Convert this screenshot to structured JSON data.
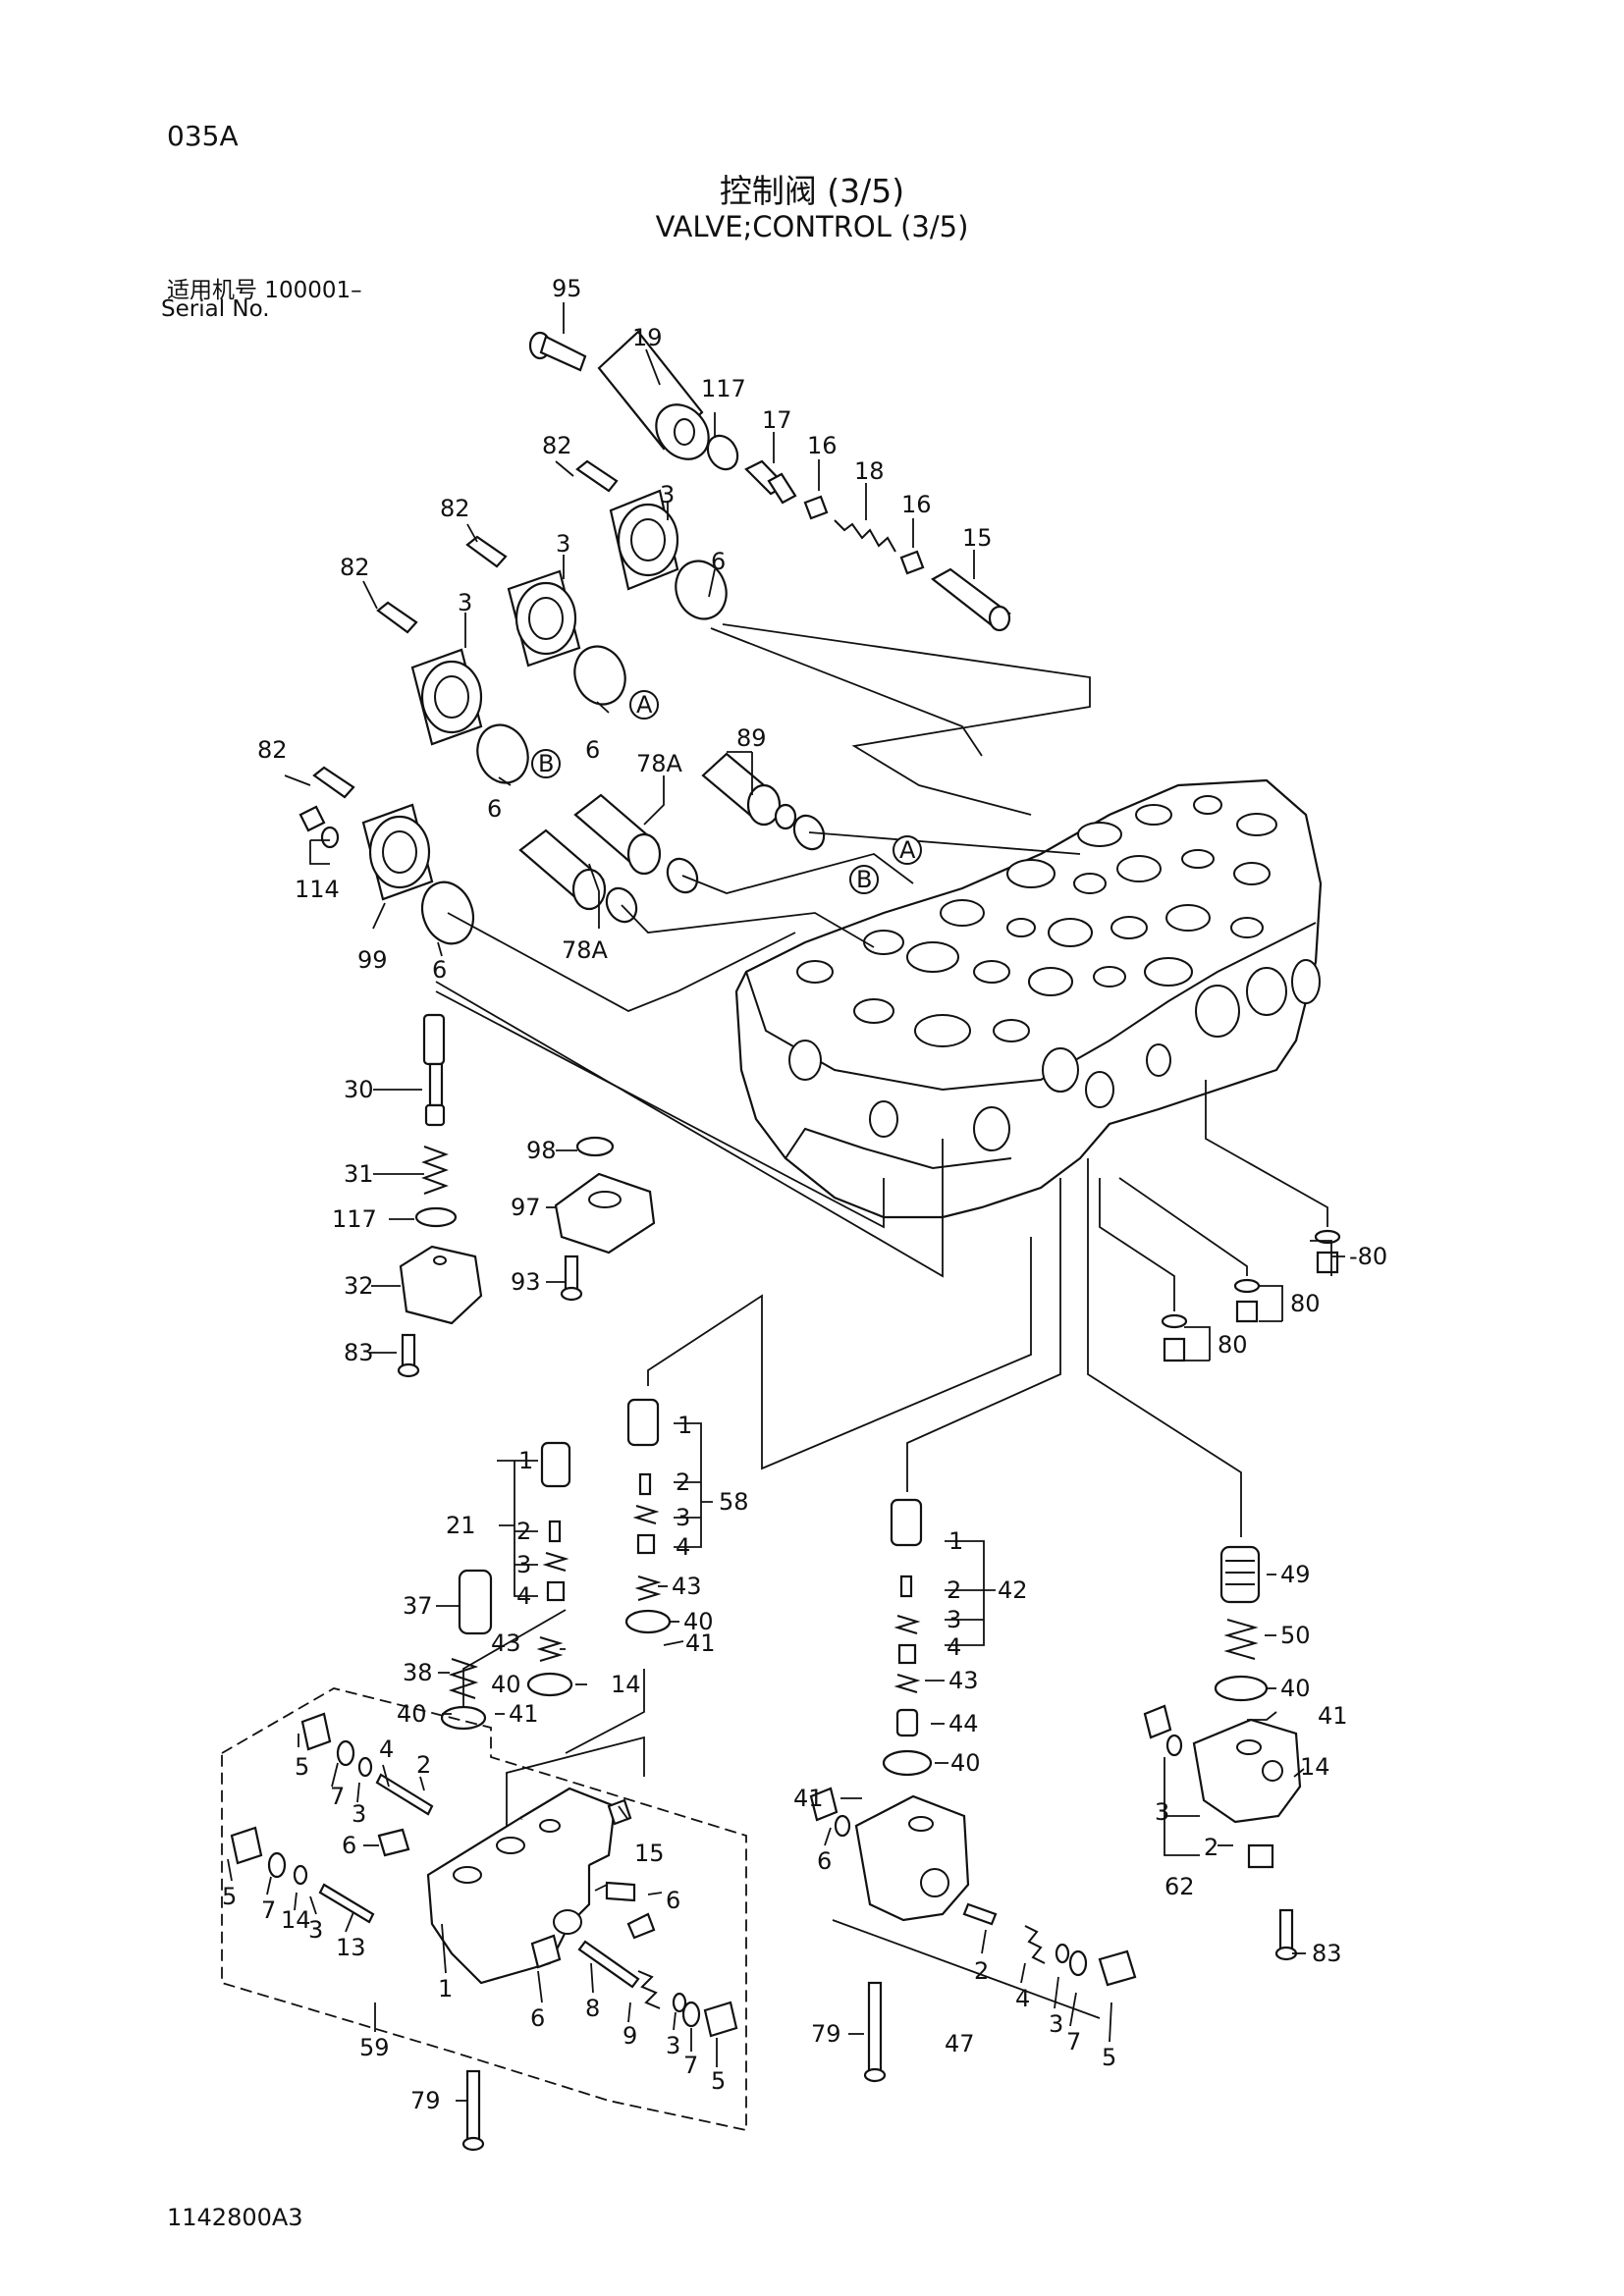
{
  "header": {
    "page_id": "035A",
    "title_cn": "控制阀 (3/5)",
    "title_en": "VALVE;CONTROL (3/5)",
    "serial_label_cn": "适用机号  100001–",
    "serial_label_en": "Serial No."
  },
  "footer": {
    "doc_number": "1142800A3"
  },
  "callouts": {
    "p95": "95",
    "p19": "19",
    "p117a": "117",
    "p17": "17",
    "p16a": "16",
    "p18": "18",
    "p16b": "16",
    "p15a": "15",
    "p82a": "82",
    "p3a": "3",
    "p82b": "82",
    "p3b": "3",
    "p82c": "82",
    "p3c": "3",
    "p6a": "6",
    "p6b": "6",
    "p6c": "6",
    "pA1": "A",
    "pB1": "B",
    "pA2": "A",
    "pB2": "B",
    "p89": "89",
    "p78a1": "78A",
    "p78a2": "78A",
    "p82d": "82",
    "p114": "114",
    "p99": "99",
    "p6d": "6",
    "p30": "30",
    "p31": "31",
    "p117b": "117",
    "p32": "32",
    "p83a": "83",
    "p98": "98",
    "p97": "97",
    "p93": "93",
    "p80a": "-80",
    "p80b": "80",
    "p80c": "80",
    "p1a": "1",
    "p2a": "2",
    "p3d": "3",
    "p4a": "4",
    "p58": "58",
    "p1b": "1",
    "p21": "21",
    "p2b": "2",
    "p3e": "3",
    "p4b": "4",
    "p43a": "43",
    "p40a": "40",
    "p41a": "41",
    "p37": "37",
    "p43b": "43",
    "p40b": "40",
    "p14a": "14",
    "p38": "38",
    "p40c": "40",
    "p41b": "41",
    "p5a": "5",
    "p7a": "7",
    "p3f": "3",
    "p4c": "4",
    "p2c": "2",
    "p6e": "6",
    "p15b": "15",
    "p6f": "6",
    "p5b": "5",
    "p7b": "7",
    "p14b": "14",
    "p3g": "3",
    "p13": "13",
    "p1c": "1",
    "p6g": "6",
    "p8": "8",
    "p9": "9",
    "p3h": "3",
    "p7c": "7",
    "p5c": "5",
    "p59": "59",
    "p79a": "79",
    "p1d": "1",
    "p2d": "2",
    "p42": "42",
    "p3i": "3",
    "p4d": "4",
    "p43c": "43",
    "p44": "44",
    "p40d": "40",
    "p41c": "41",
    "p6h": "6",
    "p2e": "2",
    "p4e": "4",
    "p3j": "3",
    "p7d": "7",
    "p5d": "5",
    "p79b": "79",
    "p47": "47",
    "p49": "49",
    "p50": "50",
    "p40e": "40",
    "p41d": "41",
    "p14c": "14",
    "p3k": "3",
    "p2f": "2",
    "p62": "62",
    "p83b": "83"
  }
}
